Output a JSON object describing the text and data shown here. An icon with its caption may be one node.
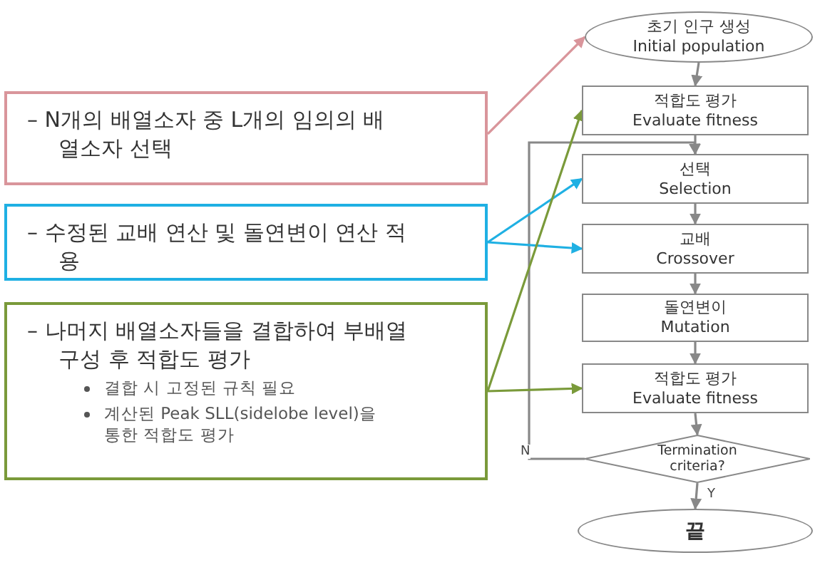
{
  "diagram": {
    "nodes": [
      {
        "text": [
          "– N개의 배열소자 중 L개의 임의의 배열소자 선택"
        ]
      },
      {
        "text": [
          "– 수정된 교배 연산 및 돌연변이 연산 적용"
        ]
      },
      {
        "text": [
          "– 나머지 배열소자들을 결합하여 부배열 구성 후 적합도 평가",
          "결합 시 고정된 규칙 필요",
          "계산된 Peak SLL(sidelobe level)을 통한 적합도 평가"
        ]
      },
      {
        "text": [
          "초기 인구 생성",
          "Initial population"
        ]
      },
      {
        "text": [
          "적합도 평가",
          "Evaluate fitness"
        ]
      },
      {
        "text": [
          "선택",
          "Selection"
        ]
      },
      {
        "text": [
          "교배",
          "Crossover"
        ]
      },
      {
        "text": [
          "돌연변이",
          "Mutation"
        ]
      },
      {
        "text": [
          "적합도 평가",
          "Evaluate fitness"
        ]
      },
      {
        "text": [
          "Termination criteria?"
        ]
      },
      {
        "text": [
          "끝"
        ]
      }
    ],
    "edges": [
      {
        "from": 3,
        "to": 4,
        "arrow": "to"
      },
      {
        "from": 4,
        "to": 5,
        "arrow": "to"
      },
      {
        "from": 5,
        "to": 6,
        "arrow": "to"
      },
      {
        "from": 6,
        "to": 7,
        "arrow": "to"
      },
      {
        "from": 7,
        "to": 8,
        "arrow": "to"
      },
      {
        "from": 8,
        "to": 9,
        "arrow": "to"
      },
      {
        "from": 9,
        "to": 5,
        "arrow": "to",
        "label": "N"
      },
      {
        "from": 9,
        "to": 10,
        "arrow": "to",
        "label": "Y"
      },
      {
        "from": 0,
        "to": 3,
        "arrow": "to",
        "color": "#d9959b"
      },
      {
        "from": 1,
        "to": 5,
        "arrow": "to",
        "color": "#1fb0e3"
      },
      {
        "from": 1,
        "to": 6,
        "arrow": "to",
        "color": "#1fb0e3"
      },
      {
        "from": 2,
        "to": 4,
        "arrow": "to",
        "color": "#7a9a3a"
      },
      {
        "from": 2,
        "to": 8,
        "arrow": "to",
        "color": "#7a9a3a"
      }
    ]
  }
}
